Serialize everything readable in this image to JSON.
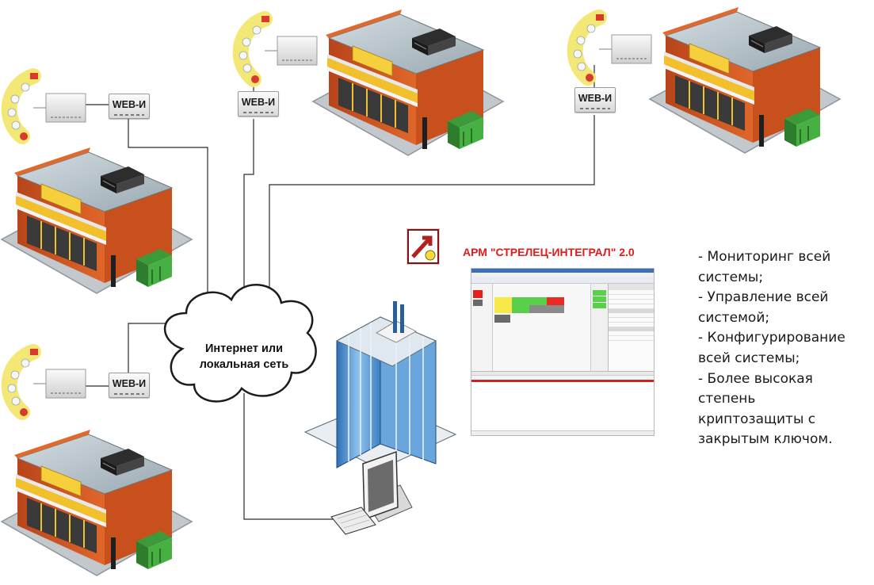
{
  "devices": {
    "web_label": "WEB-И"
  },
  "network": {
    "cloud_line1": "Интернет или",
    "cloud_line2": "локальная сеть"
  },
  "workstation": {
    "app_title": "АРМ \"СТРЕЛЕЦ-ИНТЕГРАЛ\" 2.0"
  },
  "features": [
    "- Мониторинг всей",
    "системы;",
    "- Управление всей",
    "системой;",
    "- Конфигурирование",
    "всей системы;",
    "- Более высокая",
    "степень",
    "криптозащиты с",
    "закрытым ключом."
  ],
  "colors": {
    "link_line": "#2a2a2a",
    "app_title": "#e01b1b",
    "store_wall": "#d9561e",
    "store_roof": "#b7c3c9",
    "store_awning": "#f2c02a",
    "detector_arc": "#f3e875",
    "tower_glass": "#5b9bd5"
  }
}
